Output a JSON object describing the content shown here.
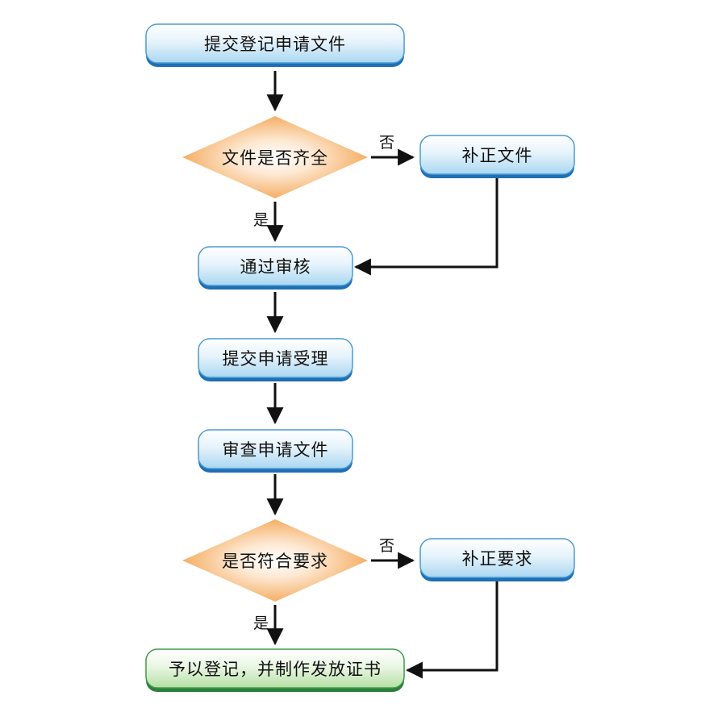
{
  "nodes": {
    "submit_registration": "提交登记申请文件",
    "docs_complete": "文件是否齐全",
    "supplement_docs": "补正文件",
    "pass_review": "通过审核",
    "submit_acceptance": "提交申请受理",
    "review_docs": "审查申请文件",
    "meets_requirements": "是否符合要求",
    "supplement_requirements": "补正要求",
    "grant_registration": "予以登记，并制作发放证书"
  },
  "edge_labels": {
    "no_1": "否",
    "yes_1": "是",
    "no_2": "否",
    "yes_2": "是"
  },
  "colors": {
    "process_top": "#ffffff",
    "process_bottom": "#a9d7f2",
    "process_border": "#4a9ad4",
    "process_shadow": "#1f6fb4",
    "decision_center": "#ffffff",
    "decision_edge": "#f29a3e",
    "final_bottom": "#b5e0a4",
    "final_border": "#3f9a4a",
    "final_shadow": "#2c7f3c",
    "connector": "#111111"
  }
}
